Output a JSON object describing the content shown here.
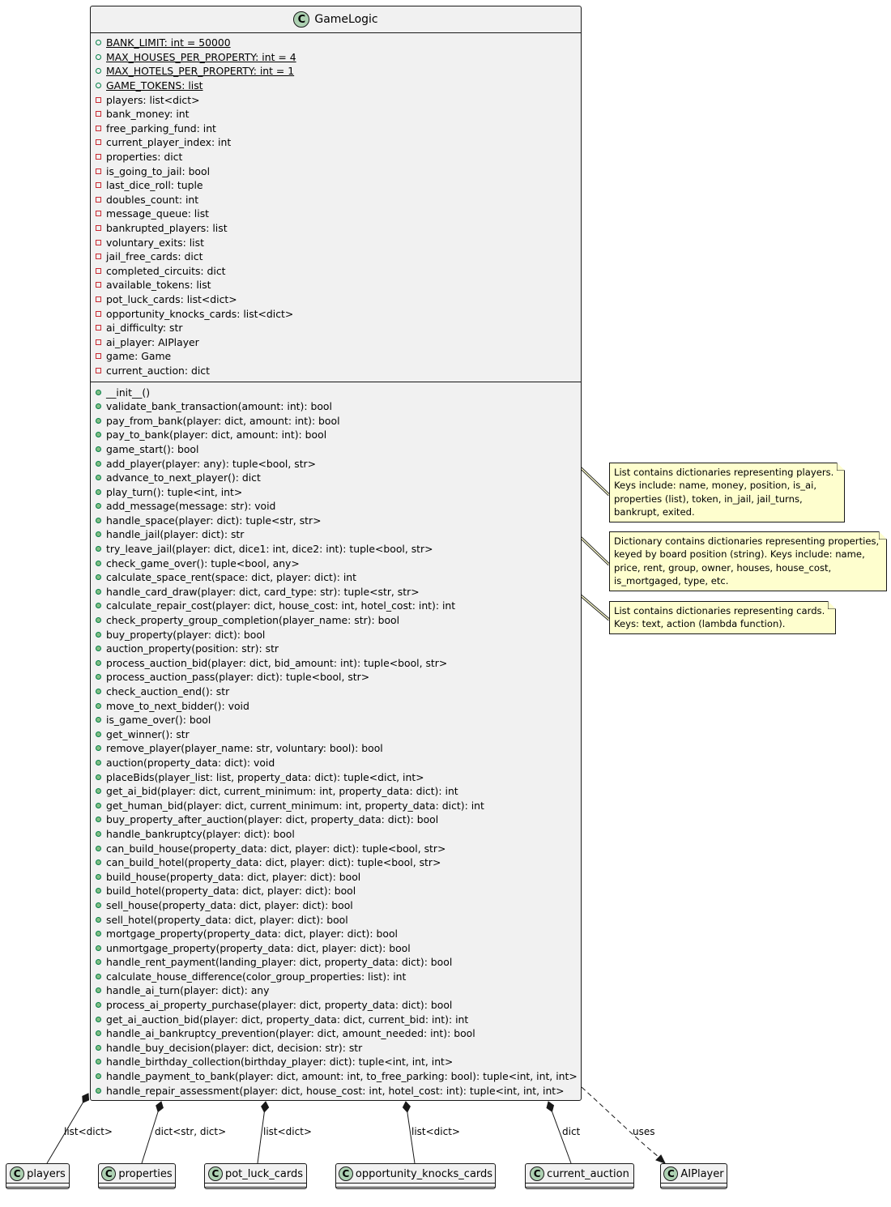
{
  "main_class": {
    "badge": "C",
    "name": "GameLogic",
    "attributes": [
      {
        "vis": "public",
        "static": true,
        "text": "BANK_LIMIT: int = 50000"
      },
      {
        "vis": "public",
        "static": true,
        "text": "MAX_HOUSES_PER_PROPERTY: int = 4"
      },
      {
        "vis": "public",
        "static": true,
        "text": "MAX_HOTELS_PER_PROPERTY: int = 1"
      },
      {
        "vis": "public",
        "static": true,
        "text": "GAME_TOKENS: list"
      },
      {
        "vis": "private",
        "static": false,
        "text": "players: list<dict>"
      },
      {
        "vis": "private",
        "static": false,
        "text": "bank_money: int"
      },
      {
        "vis": "private",
        "static": false,
        "text": "free_parking_fund: int"
      },
      {
        "vis": "private",
        "static": false,
        "text": "current_player_index: int"
      },
      {
        "vis": "private",
        "static": false,
        "text": "properties: dict"
      },
      {
        "vis": "private",
        "static": false,
        "text": "is_going_to_jail: bool"
      },
      {
        "vis": "private",
        "static": false,
        "text": "last_dice_roll: tuple"
      },
      {
        "vis": "private",
        "static": false,
        "text": "doubles_count: int"
      },
      {
        "vis": "private",
        "static": false,
        "text": "message_queue: list"
      },
      {
        "vis": "private",
        "static": false,
        "text": "bankrupted_players: list"
      },
      {
        "vis": "private",
        "static": false,
        "text": "voluntary_exits: list"
      },
      {
        "vis": "private",
        "static": false,
        "text": "jail_free_cards: dict"
      },
      {
        "vis": "private",
        "static": false,
        "text": "completed_circuits: dict"
      },
      {
        "vis": "private",
        "static": false,
        "text": "available_tokens: list"
      },
      {
        "vis": "private",
        "static": false,
        "text": "pot_luck_cards: list<dict>"
      },
      {
        "vis": "private",
        "static": false,
        "text": "opportunity_knocks_cards: list<dict>"
      },
      {
        "vis": "private",
        "static": false,
        "text": "ai_difficulty: str"
      },
      {
        "vis": "private",
        "static": false,
        "text": "ai_player: AIPlayer"
      },
      {
        "vis": "private",
        "static": false,
        "text": "game: Game"
      },
      {
        "vis": "private",
        "static": false,
        "text": "current_auction: dict"
      }
    ],
    "methods": [
      "__init__()",
      "validate_bank_transaction(amount: int): bool",
      "pay_from_bank(player: dict, amount: int): bool",
      "pay_to_bank(player: dict, amount: int): bool",
      "game_start(): bool",
      "add_player(player: any): tuple<bool, str>",
      "advance_to_next_player(): dict",
      "play_turn(): tuple<int, int>",
      "add_message(message: str): void",
      "handle_space(player: dict): tuple<str, str>",
      "handle_jail(player: dict): str",
      "try_leave_jail(player: dict, dice1: int, dice2: int): tuple<bool, str>",
      "check_game_over(): tuple<bool, any>",
      "calculate_space_rent(space: dict, player: dict): int",
      "handle_card_draw(player: dict, card_type: str): tuple<str, str>",
      "calculate_repair_cost(player: dict, house_cost: int, hotel_cost: int): int",
      "check_property_group_completion(player_name: str): bool",
      "buy_property(player: dict): bool",
      "auction_property(position: str): str",
      "process_auction_bid(player: dict, bid_amount: int): tuple<bool, str>",
      "process_auction_pass(player: dict): tuple<bool, str>",
      "check_auction_end(): str",
      "move_to_next_bidder(): void",
      "is_game_over(): bool",
      "get_winner(): str",
      "remove_player(player_name: str, voluntary: bool): bool",
      "auction(property_data: dict): void",
      "placeBids(player_list: list, property_data: dict): tuple<dict, int>",
      "get_ai_bid(player: dict, current_minimum: int, property_data: dict): int",
      "get_human_bid(player: dict, current_minimum: int, property_data: dict): int",
      "buy_property_after_auction(player: dict, property_data: dict): bool",
      "handle_bankruptcy(player: dict): bool",
      "can_build_house(property_data: dict, player: dict): tuple<bool, str>",
      "can_build_hotel(property_data: dict, player: dict): tuple<bool, str>",
      "build_house(property_data: dict, player: dict): bool",
      "build_hotel(property_data: dict, player: dict): bool",
      "sell_house(property_data: dict, player: dict): bool",
      "sell_hotel(property_data: dict, player: dict): bool",
      "mortgage_property(property_data: dict, player: dict): bool",
      "unmortgage_property(property_data: dict, player: dict): bool",
      "handle_rent_payment(landing_player: dict, property_data: dict): bool",
      "calculate_house_difference(color_group_properties: list): int",
      "handle_ai_turn(player: dict): any",
      "process_ai_property_purchase(player: dict, property_data: dict): bool",
      "get_ai_auction_bid(player: dict, property_data: dict, current_bid: int): int",
      "handle_ai_bankruptcy_prevention(player: dict, amount_needed: int): bool",
      "handle_buy_decision(player: dict, decision: str): str",
      "handle_birthday_collection(birthday_player: dict): tuple<int, int, int>",
      "handle_payment_to_bank(player: dict, amount: int, to_free_parking: bool): tuple<int, int, int>",
      "handle_repair_assessment(player: dict, house_cost: int, hotel_cost: int): tuple<int, int, int>"
    ]
  },
  "small_classes": [
    {
      "badge": "C",
      "name": "players"
    },
    {
      "badge": "C",
      "name": "properties"
    },
    {
      "badge": "C",
      "name": "pot_luck_cards"
    },
    {
      "badge": "C",
      "name": "opportunity_knocks_cards"
    },
    {
      "badge": "C",
      "name": "current_auction"
    },
    {
      "badge": "C",
      "name": "AIPlayer"
    }
  ],
  "relations": [
    {
      "type": "composition",
      "label": "list<dict>"
    },
    {
      "type": "composition",
      "label": "dict<str, dict>"
    },
    {
      "type": "composition",
      "label": "list<dict>"
    },
    {
      "type": "composition",
      "label": "list<dict>"
    },
    {
      "type": "composition",
      "label": "dict"
    },
    {
      "type": "dependency",
      "label": "uses"
    }
  ],
  "notes": [
    {
      "lines": [
        "List contains dictionaries representing players.",
        "Keys include: name, money, position, is_ai,",
        "properties (list), token, in_jail, jail_turns,",
        "bankrupt, exited."
      ]
    },
    {
      "lines": [
        "Dictionary contains dictionaries representing properties,",
        "keyed by board position (string). Keys include: name,",
        "price, rent, group, owner, houses, house_cost,",
        "is_mortgaged, type, etc."
      ]
    },
    {
      "lines": [
        "List contains dictionaries representing cards.",
        "Keys: text, action (lambda function)."
      ]
    }
  ],
  "colors": {
    "class_fill": "#f1f1f1",
    "class_border": "#181818",
    "badge_fill": "#add1b2",
    "note_fill": "#fefece",
    "public_marker": "#038048",
    "private_marker": "#c82930"
  }
}
